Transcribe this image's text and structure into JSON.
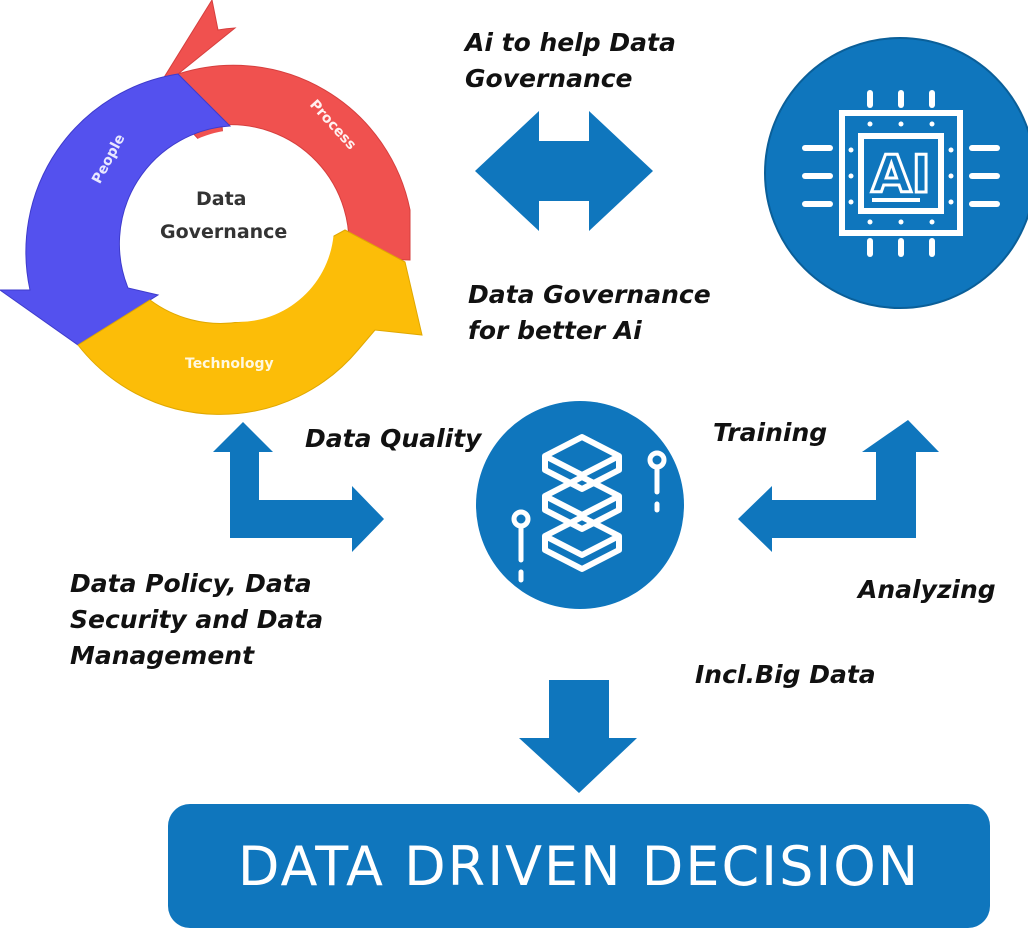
{
  "colors": {
    "brand_blue": "#0f76bd",
    "cycle_people": "#5451ee",
    "cycle_process": "#f0514f",
    "cycle_technology": "#fcbd08"
  },
  "cycle": {
    "center_line1": "Data",
    "center_line2": "Governance",
    "people": "People",
    "process": "Process",
    "technology": "Technology"
  },
  "labels": {
    "ai_help_line1": "Ai to help Data",
    "ai_help_line2": "Governance",
    "dg_better_line1": "Data Governance",
    "dg_better_line2": "for better Ai",
    "data_quality": "Data Quality",
    "training": "Training",
    "policy_line1": "Data Policy, Data",
    "policy_line2": "Security and Data",
    "policy_line3": "Management",
    "analyzing": "Analyzing",
    "big_data": "Incl.Big Data"
  },
  "ai_chip": {
    "text": "AI",
    "icon": "ai-chip-icon"
  },
  "database": {
    "icon": "database-stack-icon"
  },
  "decision": {
    "text": "DATA DRIVEN DECISION"
  }
}
